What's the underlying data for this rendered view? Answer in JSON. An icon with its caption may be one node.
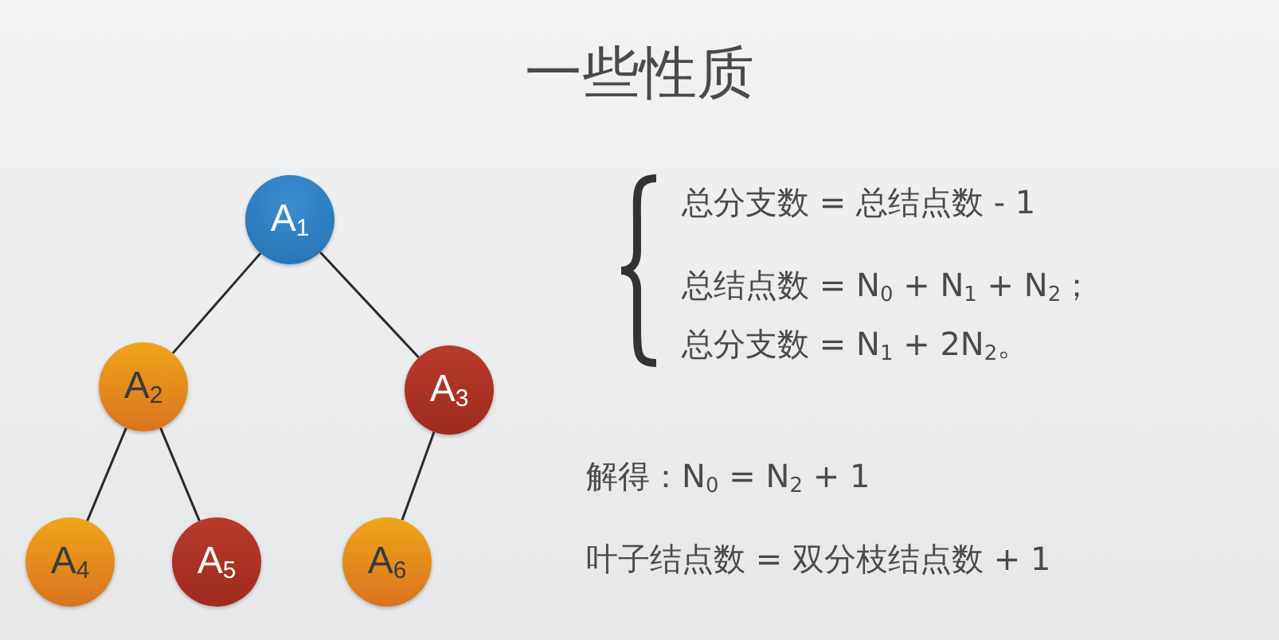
{
  "diagram": {
    "title": "一些性质",
    "nodes": [
      {
        "text": [
          "A$_{1}$"
        ]
      },
      {
        "text": [
          "A$_{2}$"
        ]
      },
      {
        "text": [
          "A$_{3}$"
        ]
      },
      {
        "text": [
          "A$_{4}$"
        ]
      },
      {
        "text": [
          "A$_{5}$"
        ]
      },
      {
        "text": [
          "A$_{6}$"
        ]
      }
    ],
    "edges": [
      {
        "from": 0,
        "to": 1,
        "arrow": "none"
      },
      {
        "from": 0,
        "to": 2,
        "arrow": "none"
      },
      {
        "from": 1,
        "to": 3,
        "arrow": "none"
      },
      {
        "from": 1,
        "to": 4,
        "arrow": "none"
      },
      {
        "from": 2,
        "to": 5,
        "arrow": "none"
      }
    ],
    "labels": [
      "总分支数 = 总结点数 - 1",
      "总结点数 = N$_{0}$ + N$_{1}$ + N$_{2}$；",
      "总分支数 = N$_{1}$ + 2N$_{2}$。",
      "解得：N$_{0}$ = N$_{2}$ + 1",
      "叶子结点数 = 双分枝结点数 + 1"
    ]
  }
}
